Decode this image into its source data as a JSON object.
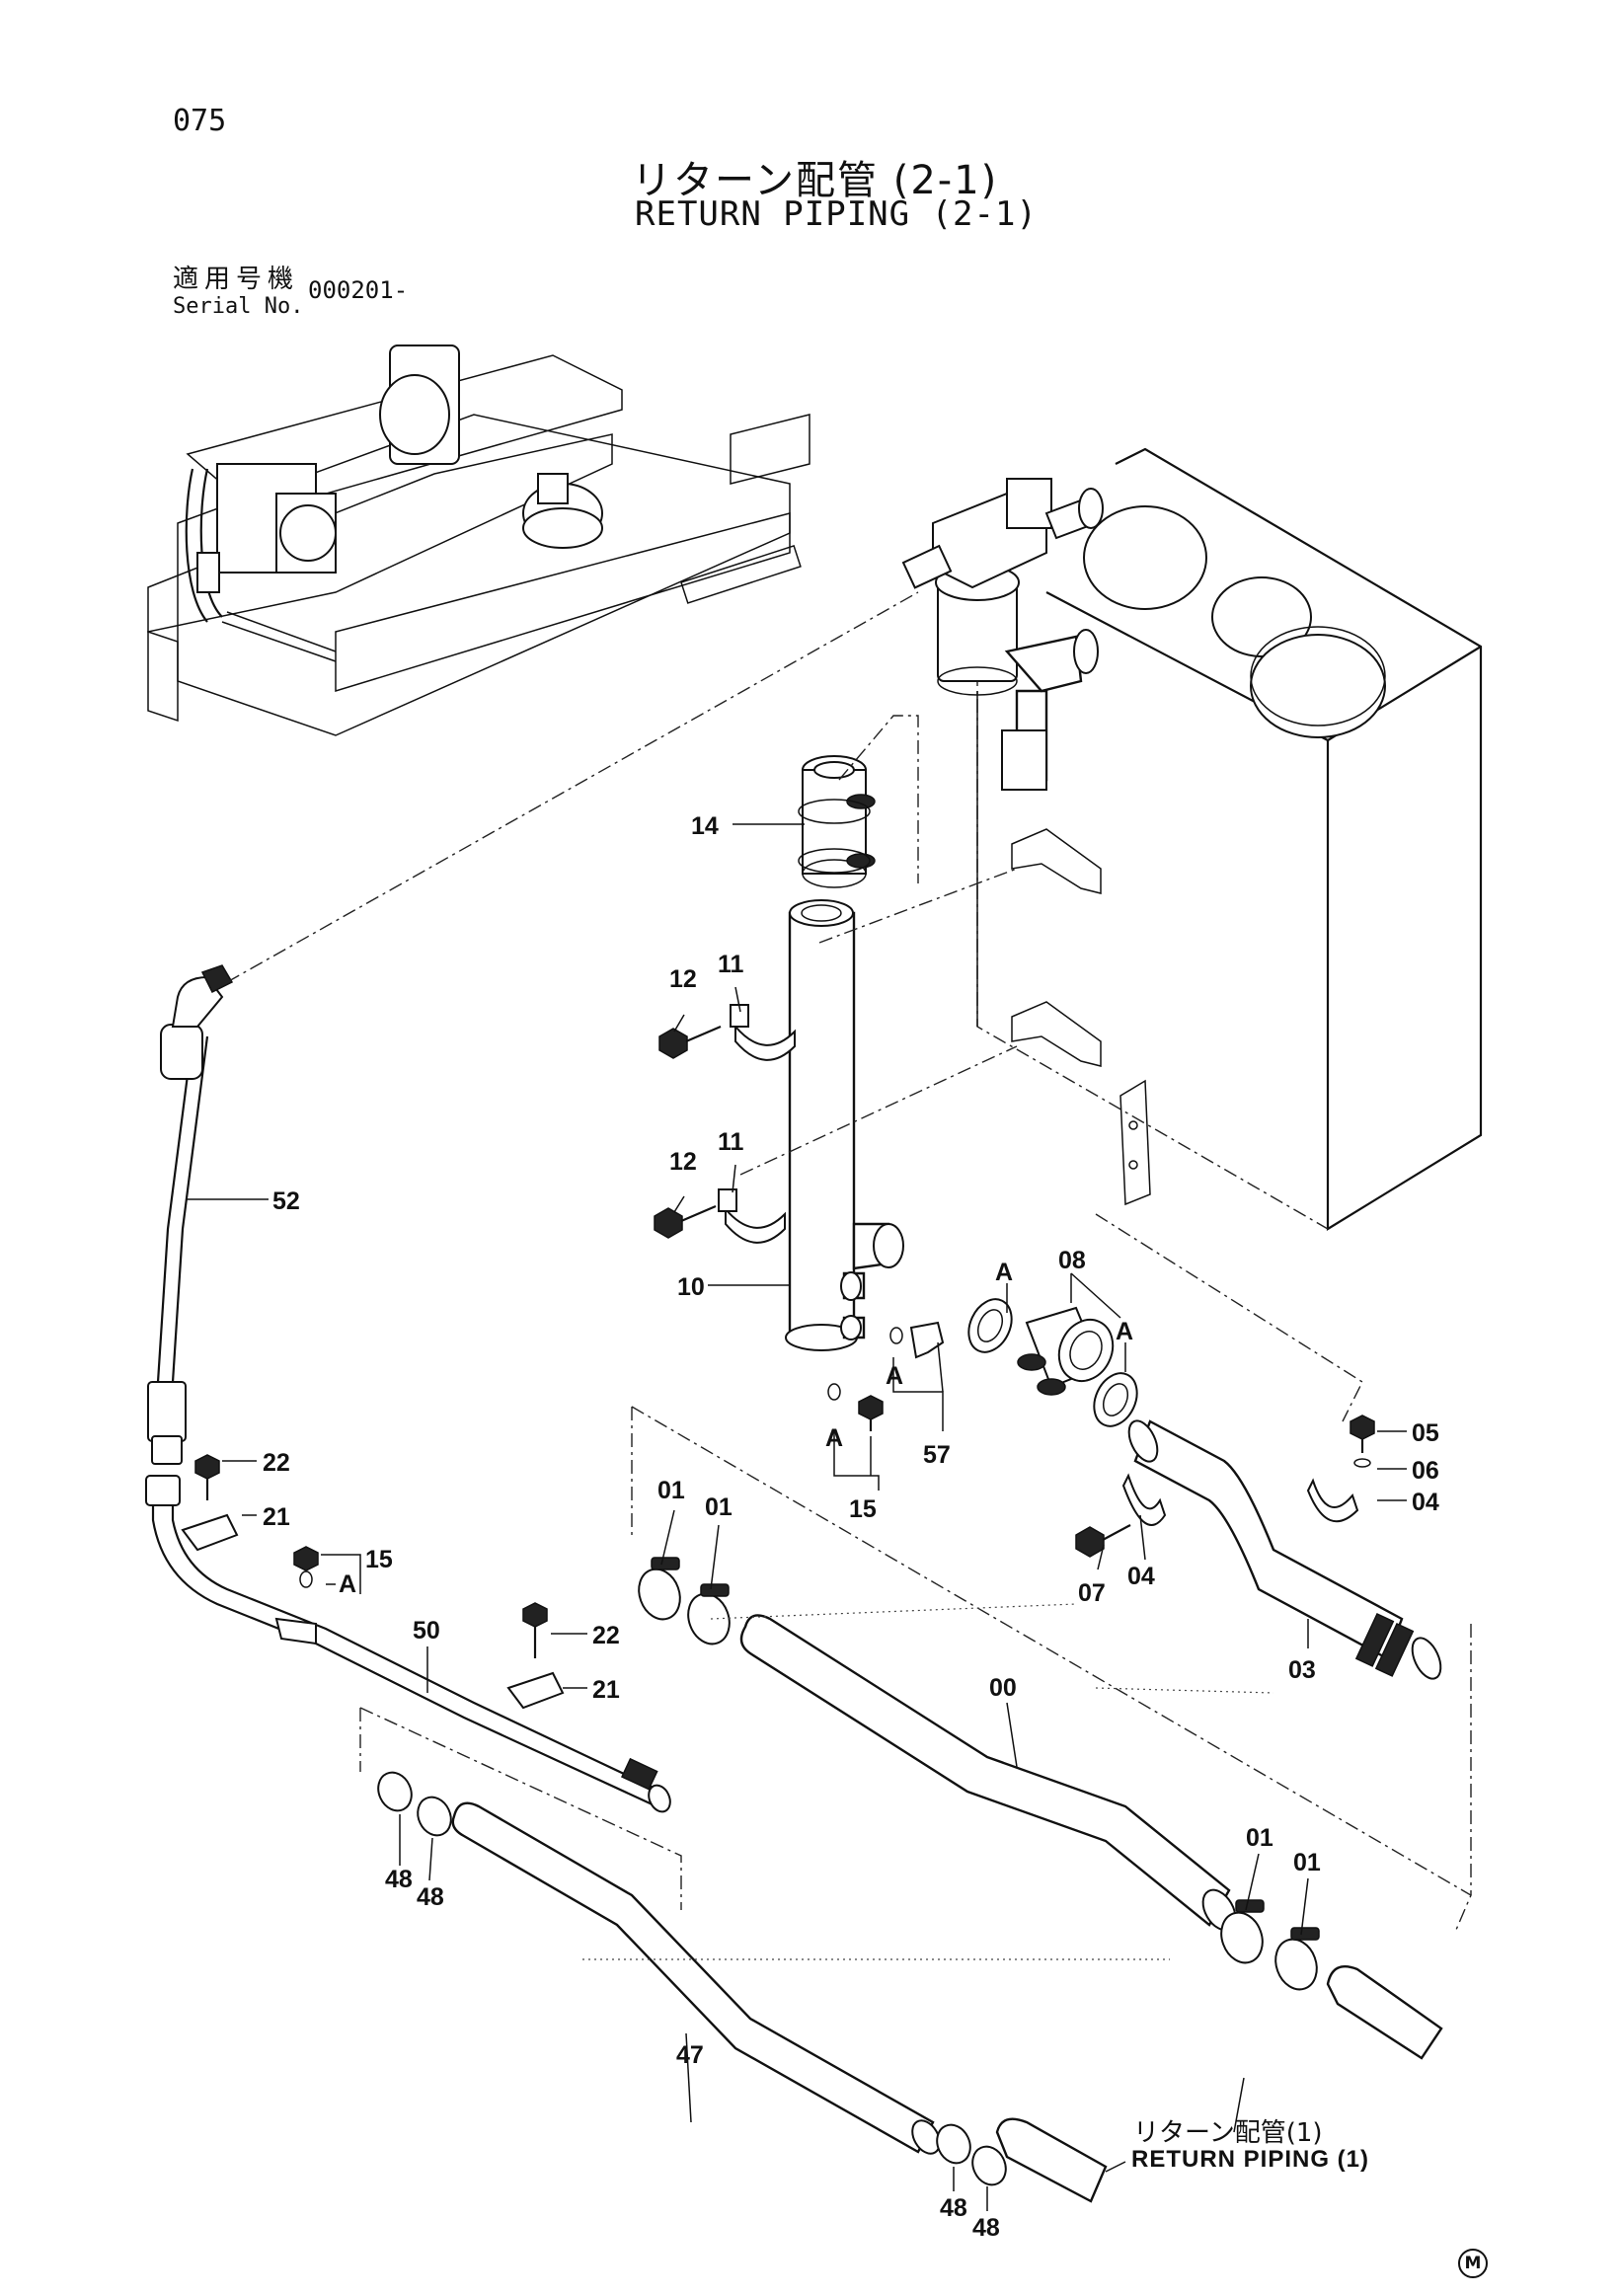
{
  "header": {
    "page_number": "075",
    "title_jp": "リターン配管 (2-1)",
    "title_en": "RETURN PIPING (2-1)",
    "serial_label_jp": "適用号機",
    "serial_label_en": "Serial No.",
    "serial_value": "000201-"
  },
  "reference": {
    "text_jp": "リターン配管(1)",
    "text_en": "RETURN PIPING (1)"
  },
  "mark": "M",
  "callouts": [
    {
      "id": "c14",
      "text": "14"
    },
    {
      "id": "c12a",
      "text": "12"
    },
    {
      "id": "c11a",
      "text": "11"
    },
    {
      "id": "c12b",
      "text": "12"
    },
    {
      "id": "c11b",
      "text": "11"
    },
    {
      "id": "c52",
      "text": "52"
    },
    {
      "id": "c10",
      "text": "10"
    },
    {
      "id": "cA1",
      "text": "A"
    },
    {
      "id": "c08",
      "text": "08"
    },
    {
      "id": "cA2",
      "text": "A"
    },
    {
      "id": "cA3",
      "text": "A"
    },
    {
      "id": "c57",
      "text": "57"
    },
    {
      "id": "cA4",
      "text": "A"
    },
    {
      "id": "c15a",
      "text": "15"
    },
    {
      "id": "c05",
      "text": "05"
    },
    {
      "id": "c06",
      "text": "06"
    },
    {
      "id": "c04a",
      "text": "04"
    },
    {
      "id": "c04b",
      "text": "04"
    },
    {
      "id": "c07",
      "text": "07"
    },
    {
      "id": "c03",
      "text": "03"
    },
    {
      "id": "c01a",
      "text": "01"
    },
    {
      "id": "c01b",
      "text": "01"
    },
    {
      "id": "c22a",
      "text": "22"
    },
    {
      "id": "c21a",
      "text": "21"
    },
    {
      "id": "c15b",
      "text": "15"
    },
    {
      "id": "cA5",
      "text": "A"
    },
    {
      "id": "c50",
      "text": "50"
    },
    {
      "id": "c22b",
      "text": "22"
    },
    {
      "id": "c21b",
      "text": "21"
    },
    {
      "id": "c00",
      "text": "00"
    },
    {
      "id": "c01c",
      "text": "01"
    },
    {
      "id": "c01d",
      "text": "01"
    },
    {
      "id": "c48a",
      "text": "48"
    },
    {
      "id": "c48b",
      "text": "48"
    },
    {
      "id": "c47",
      "text": "47"
    },
    {
      "id": "c48c",
      "text": "48"
    },
    {
      "id": "c48d",
      "text": "48"
    }
  ]
}
